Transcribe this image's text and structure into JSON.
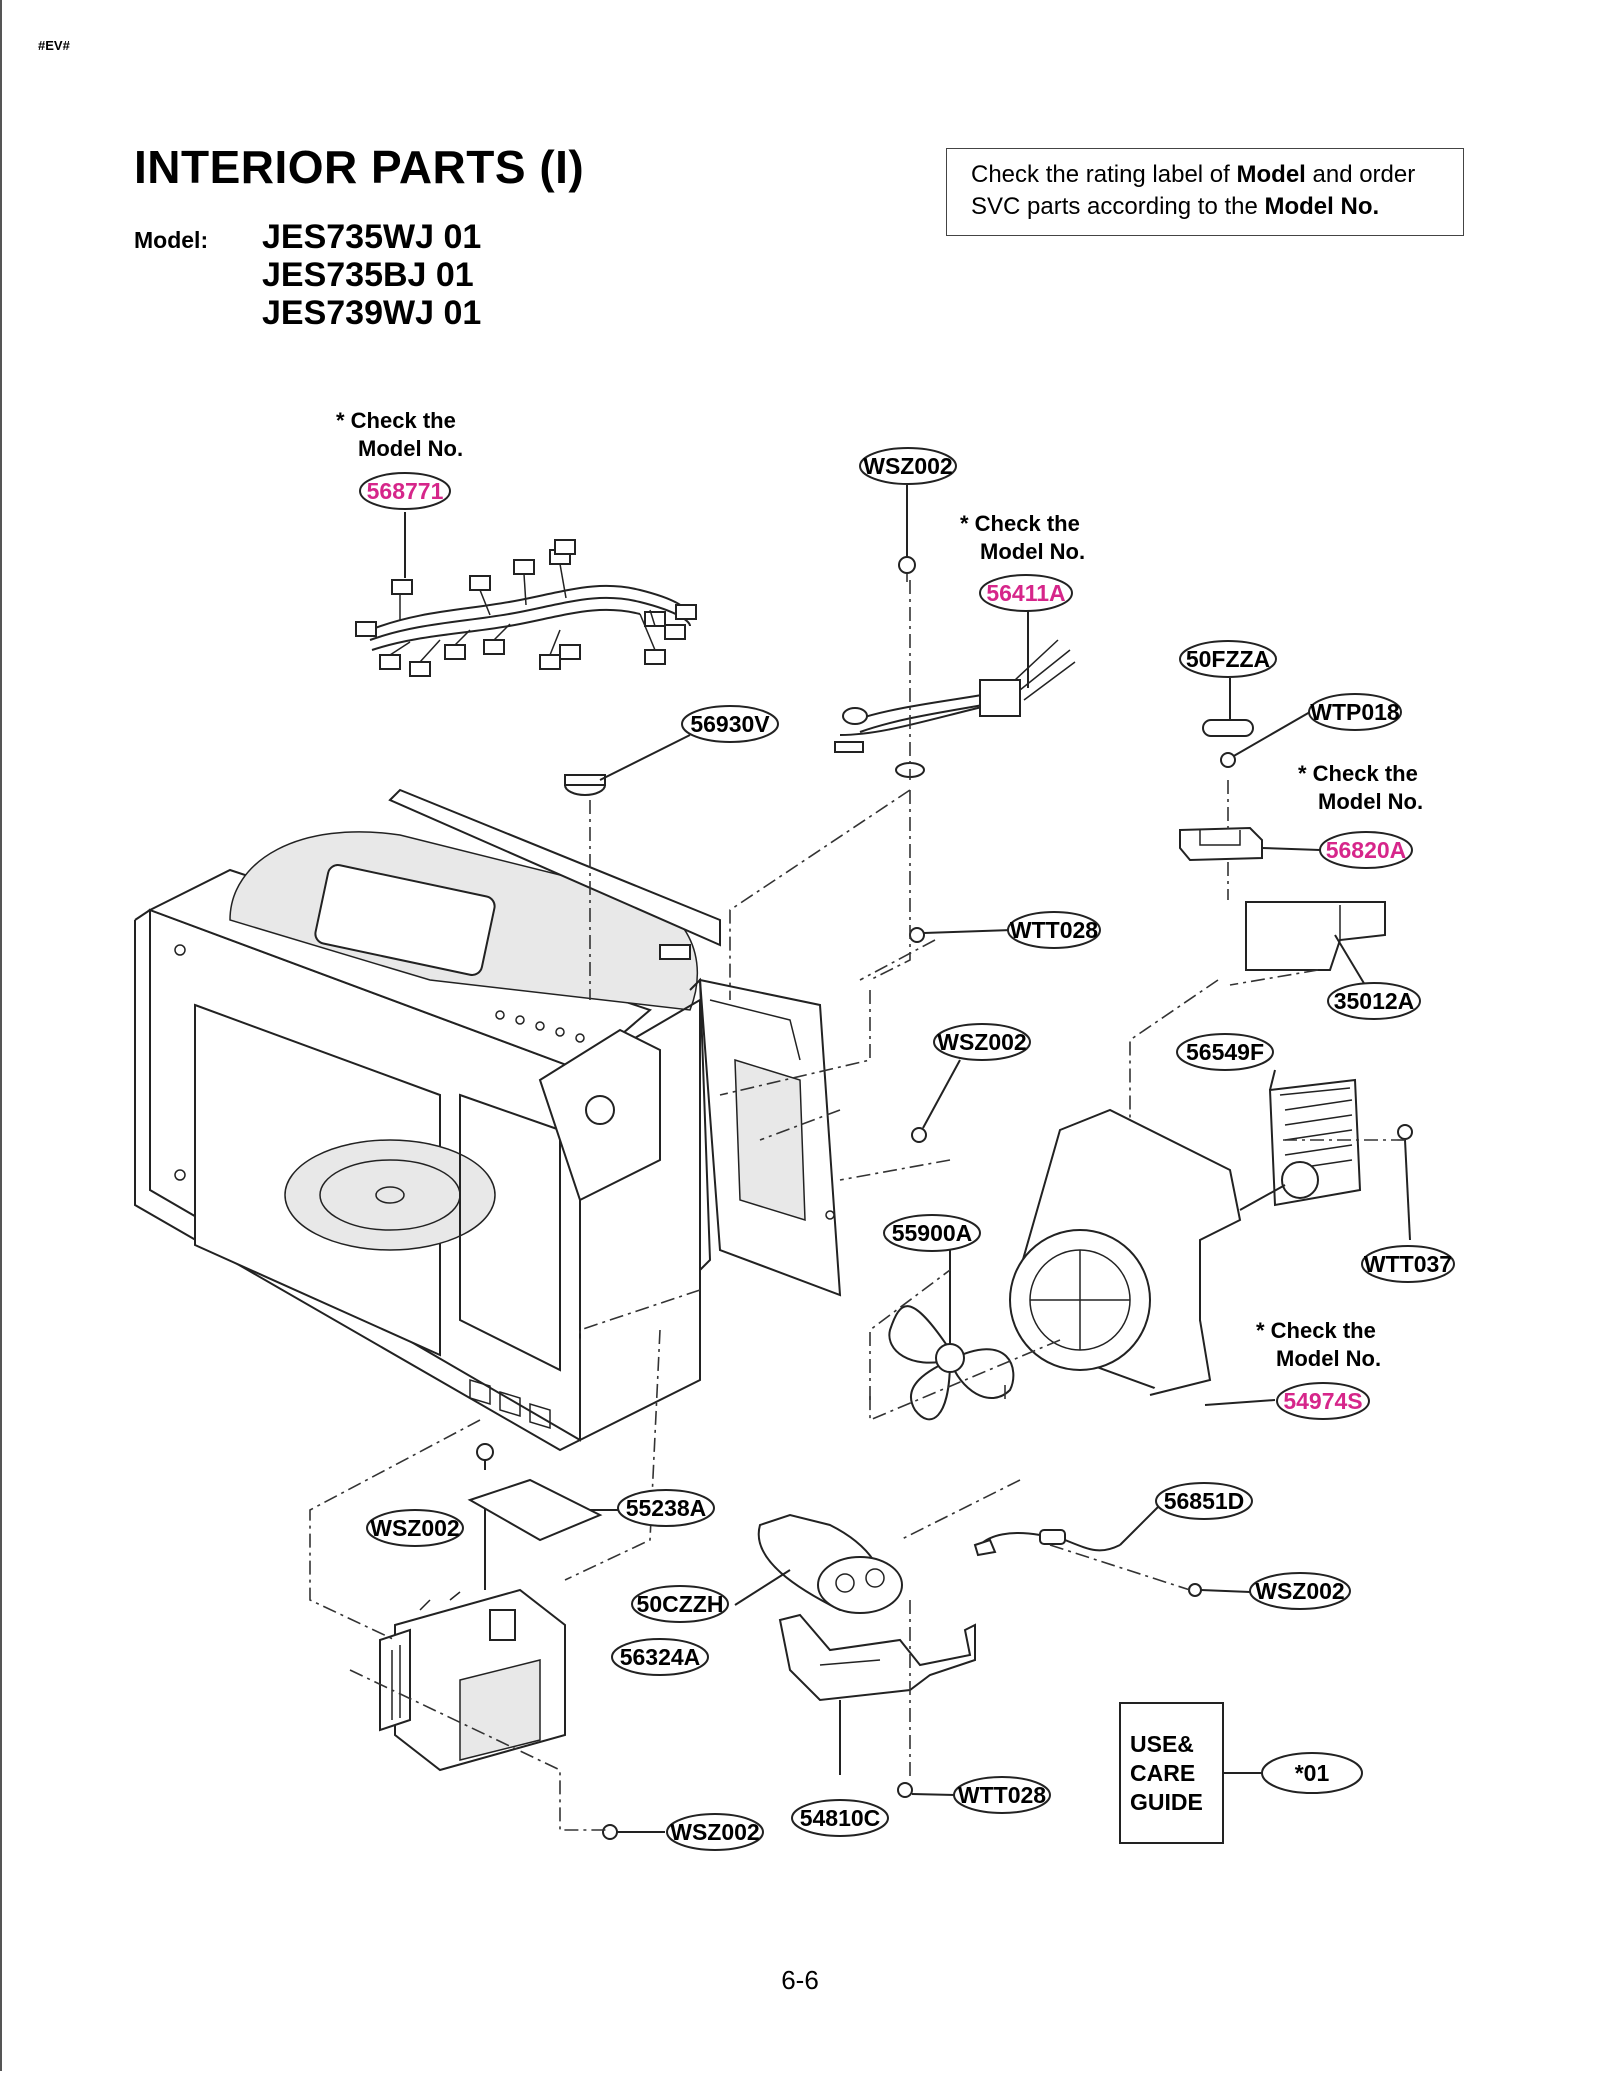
{
  "corner_tag": "#EV#",
  "title": "INTERIOR PARTS (I)",
  "model_label": "Model:",
  "models": [
    "JES735WJ 01",
    "JES735BJ 01",
    "JES739WJ 01"
  ],
  "notice": {
    "p1": "Check the rating label of ",
    "b1": "Model",
    "p2": " and order",
    "p3": "SVC parts according to the ",
    "b2": "Model No."
  },
  "check_note": {
    "line1": "* Check the",
    "line2": "Model No."
  },
  "parts": {
    "p568771": "568771",
    "wsz002_top": "WSZ002",
    "p56411A": "56411A",
    "p50FZZA": "50FZZA",
    "wtp018": "WTP018",
    "p56930V": "56930V",
    "p56820A": "56820A",
    "wtt028_top": "WTT028",
    "p35012A": "35012A",
    "wsz002_mid": "WSZ002",
    "p56549F": "56549F",
    "p55900A": "55900A",
    "wtt037": "WTT037",
    "p54974S": "54974S",
    "p55238A": "55238A",
    "wsz002_left": "WSZ002",
    "p56851D": "56851D",
    "p50CZZH": "50CZZH",
    "wsz002_right": "WSZ002",
    "p56324A": "56324A",
    "wtt028_bottom": "WTT028",
    "p54810C": "54810C",
    "wsz002_bottom": "WSZ002",
    "p01": "*01"
  },
  "guide_box": {
    "l1": "USE&",
    "l2": "CARE",
    "l3": "GUIDE"
  },
  "page_number": "6-6",
  "colors": {
    "highlight": "#d6268a",
    "line": "#222222"
  }
}
